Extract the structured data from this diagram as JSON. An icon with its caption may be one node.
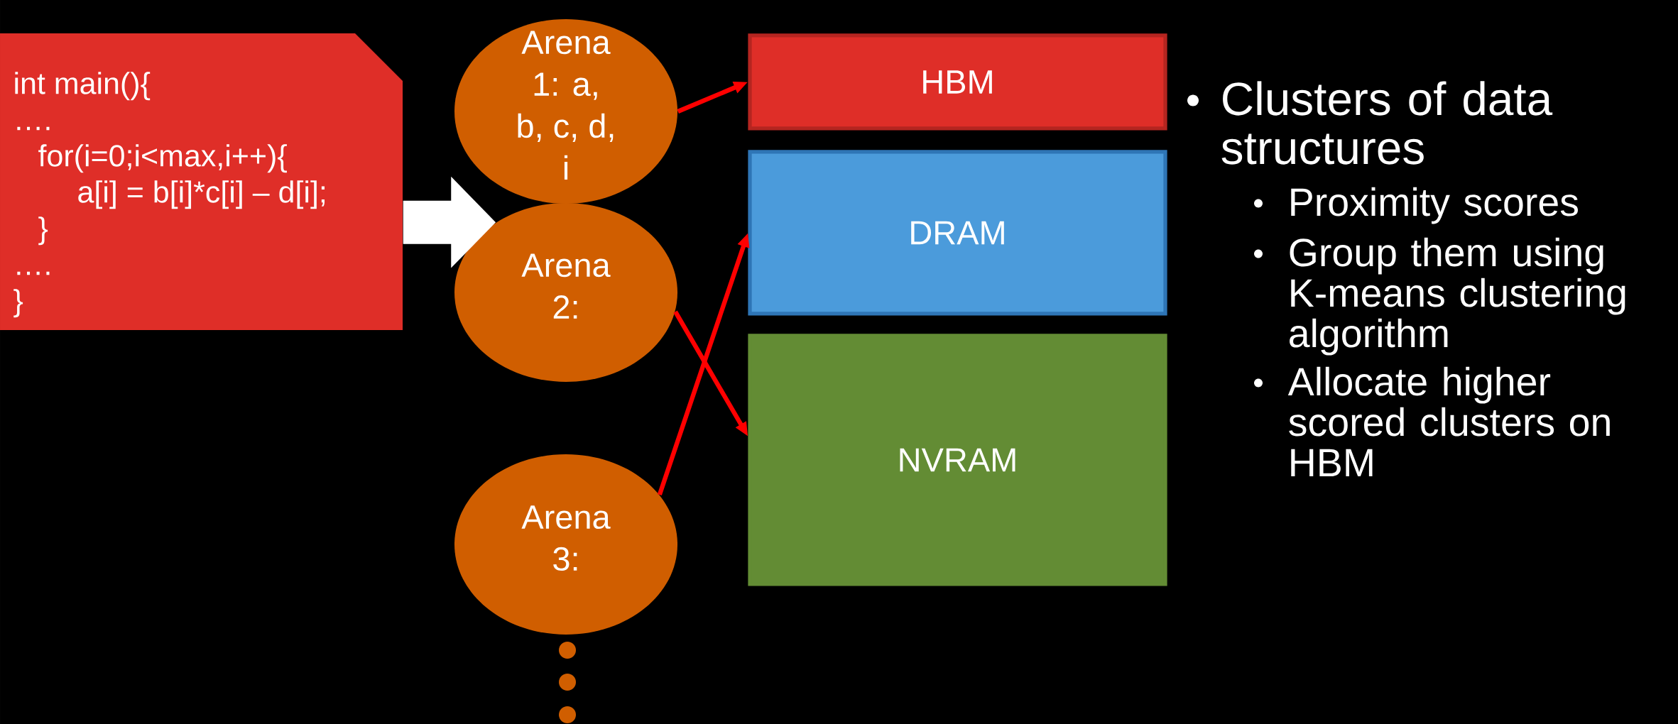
{
  "diagram": {
    "nodes": [
      {
        "text": [
          "int main(){",
          "….",
          "for(i=0;i<max,i++){",
          "a[i] = b[i]*c[i] – d[i];",
          "}",
          "….",
          "}"
        ]
      },
      {
        "text": [
          "Arena 1: a, b, c, d, i"
        ]
      },
      {
        "text": [
          "Arena 2:"
        ]
      },
      {
        "text": [
          "Arena 3:"
        ]
      },
      {
        "text": [
          "HBM"
        ]
      },
      {
        "text": [
          "DRAM"
        ]
      },
      {
        "text": [
          "NVRAM"
        ]
      }
    ],
    "edges": [
      {
        "from": 0,
        "to": 2,
        "arrow": "to",
        "style": "thick",
        "color": "#ffffff"
      },
      {
        "from": 1,
        "to": 4,
        "arrow": "to"
      },
      {
        "from": 2,
        "to": 6,
        "arrow": "to"
      },
      {
        "from": 3,
        "to": 5,
        "arrow": "to"
      }
    ],
    "labels": [
      "Clusters of data structures",
      "Proximity scores",
      "Group them using K-means clustering algorithm",
      "Allocate higher scored clusters on HBM"
    ]
  }
}
